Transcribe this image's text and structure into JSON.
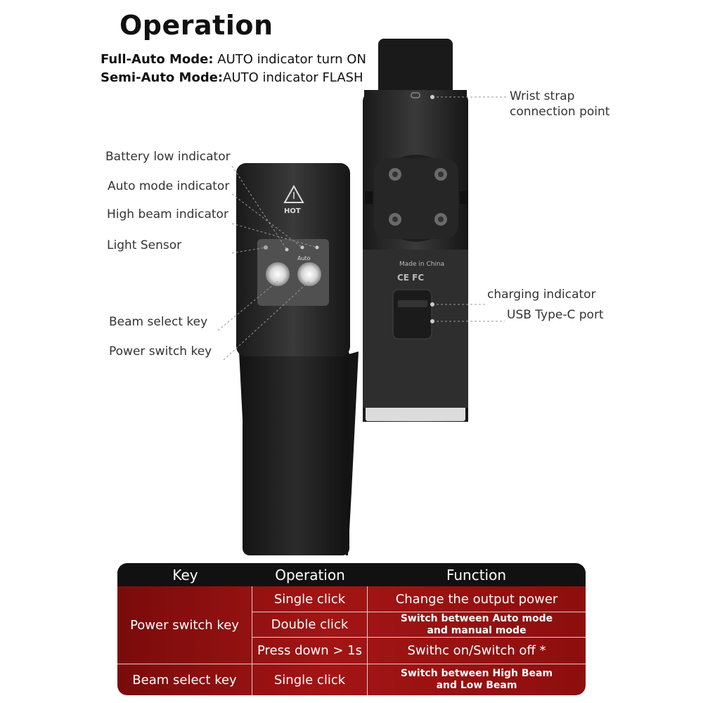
{
  "title": "Operation",
  "modes": [
    {
      "label": "Full-Auto Mode:",
      "desc": " AUTO indicator turn ON"
    },
    {
      "label": "Semi-Auto Mode:",
      "desc": "AUTO indicator FLASH"
    }
  ],
  "callouts": {
    "battery_low": "Battery low indicator",
    "auto_mode": "Auto mode indicator",
    "high_beam": "High beam indicator",
    "light_sensor": "Light Sensor",
    "beam_select": "Beam select key",
    "power_switch": "Power switch key",
    "wrist_strap": [
      "Wrist strap",
      "connection point"
    ],
    "charging": "charging indicator",
    "usb": "USB Type-C port"
  },
  "device": {
    "hot_label": "HOT",
    "auto_label": "Auto",
    "made_in": "Made in China",
    "cert": "CE FC"
  },
  "table": {
    "headers": [
      "Key",
      "Operation",
      "Function"
    ],
    "rows": [
      {
        "key": "Power switch key",
        "ops": [
          {
            "op": "Single click",
            "func": [
              "Change the output power"
            ]
          },
          {
            "op": "Double click",
            "func": [
              "Switch between Auto mode",
              "and manual mode"
            ]
          },
          {
            "op": "Press down > 1s",
            "func": [
              "Swithc on/Switch off *"
            ]
          }
        ]
      },
      {
        "key": "Beam select key",
        "ops": [
          {
            "op": "Single click",
            "func": [
              "Switch between High Beam",
              "and Low Beam"
            ]
          }
        ]
      }
    ]
  }
}
